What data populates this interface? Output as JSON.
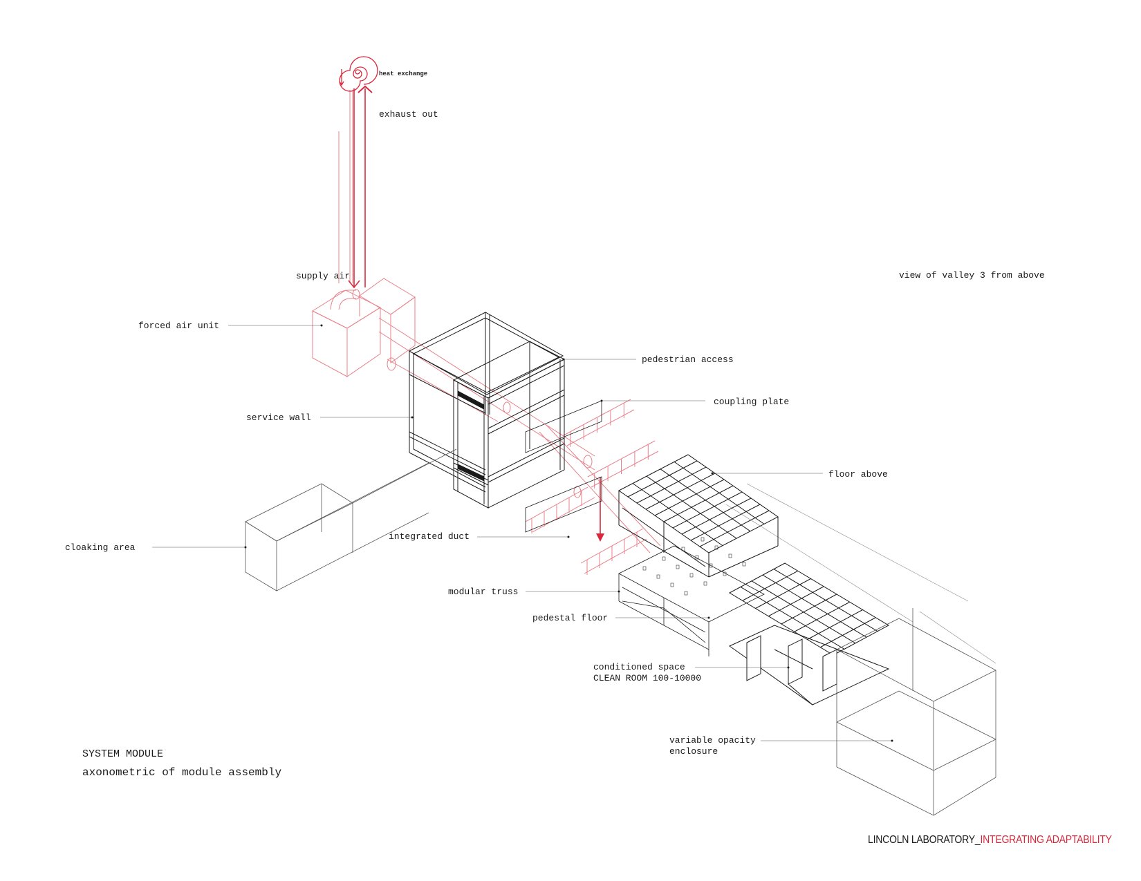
{
  "colors": {
    "ink": "#1a1a1a",
    "accent": "#d8283c",
    "accent_light": "#e8808a"
  },
  "labels": {
    "heat_exchange": "heat exchange",
    "exhaust_out": "exhaust out",
    "supply_air": "supply air",
    "forced_air_unit": "forced air unit",
    "pedestrian_access": "pedestrian access",
    "coupling_plate": "coupling plate",
    "service_wall": "service wall",
    "floor_above": "floor above",
    "cloaking_area": "cloaking area",
    "integrated_duct": "integrated duct",
    "modular_truss": "modular truss",
    "pedestal_floor": "pedestal floor",
    "conditioned_space": "conditioned space\nCLEAN ROOM 100-10000",
    "variable_opacity": "variable opacity\nenclosure",
    "view_of_valley": "view of valley 3 from above"
  },
  "caption": {
    "title": "SYSTEM MODULE",
    "subtitle": "axonometric of module assembly"
  },
  "footer": {
    "prefix": "LINCOLN LABORATORY_",
    "highlight": "INTEGRATING ADAPTABILITY"
  }
}
